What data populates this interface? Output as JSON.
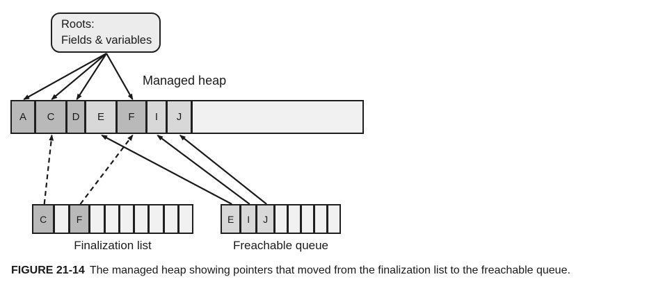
{
  "roots_box": {
    "line1": "Roots:",
    "line2": "Fields & variables"
  },
  "heap": {
    "label": "Managed heap",
    "cells": [
      {
        "label": "A",
        "shade": "dark"
      },
      {
        "label": "C",
        "shade": "dark"
      },
      {
        "label": "D",
        "shade": "dark"
      },
      {
        "label": "E",
        "shade": "mid"
      },
      {
        "label": "F",
        "shade": "dark"
      },
      {
        "label": "I",
        "shade": "mid"
      },
      {
        "label": "J",
        "shade": "mid"
      }
    ]
  },
  "finalization_list": {
    "label": "Finalization list",
    "cells": [
      {
        "label": "C",
        "shade": "dark"
      },
      {
        "label": "",
        "shade": "empty"
      },
      {
        "label": "F",
        "shade": "dark"
      },
      {
        "label": "",
        "shade": "empty"
      },
      {
        "label": "",
        "shade": "empty"
      },
      {
        "label": "",
        "shade": "empty"
      },
      {
        "label": "",
        "shade": "empty"
      },
      {
        "label": "",
        "shade": "empty"
      },
      {
        "label": "",
        "shade": "empty"
      },
      {
        "label": "",
        "shade": "empty"
      }
    ]
  },
  "freachable_queue": {
    "label": "Freachable queue",
    "cells": [
      {
        "label": "E",
        "shade": "mid"
      },
      {
        "label": "I",
        "shade": "mid"
      },
      {
        "label": "J",
        "shade": "mid"
      },
      {
        "label": "",
        "shade": "empty"
      },
      {
        "label": "",
        "shade": "empty"
      },
      {
        "label": "",
        "shade": "empty"
      },
      {
        "label": "",
        "shade": "empty"
      },
      {
        "label": "",
        "shade": "empty"
      }
    ]
  },
  "arrows": {
    "roots_to_heap": [
      "A",
      "C",
      "D",
      "F"
    ],
    "pointer_arrows": [
      {
        "from_bar": "finalization_list",
        "from": "C",
        "to": "C",
        "style": "dashed"
      },
      {
        "from_bar": "finalization_list",
        "from": "F",
        "to": "F",
        "style": "dashed"
      },
      {
        "from_bar": "freachable_queue",
        "from": "E",
        "to": "E",
        "style": "solid"
      },
      {
        "from_bar": "freachable_queue",
        "from": "I",
        "to": "I",
        "style": "solid"
      },
      {
        "from_bar": "freachable_queue",
        "from": "J",
        "to": "J",
        "style": "solid"
      }
    ]
  },
  "caption": {
    "label": "FIGURE 21-14",
    "text": "The managed heap showing pointers that moved from the finalization list to the freachable queue."
  },
  "colors": {
    "ink": "#1a1a1a",
    "border": "#1f1f1f",
    "cell_dark": "#b9b9b9",
    "cell_mid": "#d8d8d8",
    "cell_empty": "#f1f1f1",
    "box_bg": "#ececec"
  }
}
